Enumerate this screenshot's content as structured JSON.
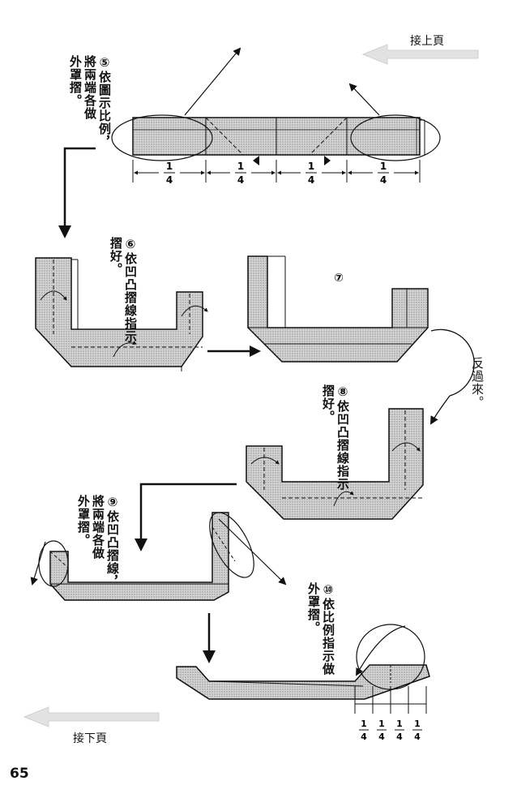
{
  "page_number": "65",
  "nav": {
    "prev_page": "接上頁",
    "next_page": "接下頁"
  },
  "fraction": {
    "numerator": "1",
    "denominator": "4"
  },
  "steps": [
    {
      "number": "⑤",
      "text": "依圖示比例，\n將兩端各做\n外罩摺。"
    },
    {
      "number": "⑥",
      "text": "依凹凸摺線指示\n摺好。"
    },
    {
      "number": "⑦",
      "text": ""
    },
    {
      "number": "⑧",
      "text": "依凹凸摺線指示\n摺好。"
    },
    {
      "number": "⑨",
      "text": "依凹凸摺線，\n將兩端各做\n外罩摺。"
    },
    {
      "number": "⑩",
      "text": "依比例指示做\n外罩摺。"
    }
  ],
  "flip_label": "反過來。",
  "colors": {
    "paper_fill": "#c9c9c9",
    "line": "#111111",
    "nav_arrow": "#e2e2e2"
  }
}
